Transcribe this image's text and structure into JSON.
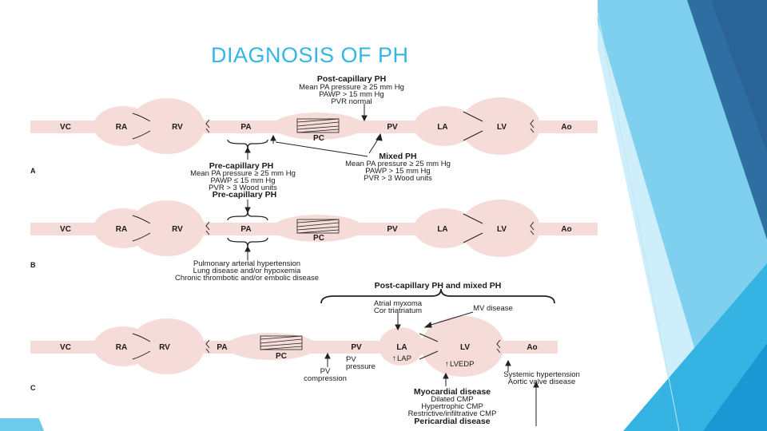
{
  "slide": {
    "title": "DIAGNOSIS OF PH"
  },
  "colors": {
    "accent": "#33b6e6",
    "vessel": "#f5dcd8",
    "stroke": "#222222"
  },
  "panel_a": {
    "letter": "A",
    "chambers": [
      "VC",
      "RA",
      "RV",
      "PA",
      "PC",
      "PV",
      "LA",
      "LV",
      "Ao"
    ],
    "post_capillary": {
      "title": "Post-capillary PH",
      "lines": [
        "Mean PA pressure ≥ 25 mm Hg",
        "PAWP > 15 mm Hg",
        "PVR normal"
      ]
    },
    "pre_capillary": {
      "title": "Pre-capillary PH",
      "lines": [
        "Mean PA pressure ≥ 25 mm Hg",
        "PAWP ≤ 15 mm Hg",
        "PVR > 3 Wood units"
      ]
    },
    "mixed": {
      "title": "Mixed PH",
      "lines": [
        "Mean PA pressure ≥ 25 mm Hg",
        "PAWP > 15 mm Hg",
        "PVR > 3 Wood units"
      ]
    }
  },
  "panel_b": {
    "letter": "B",
    "chambers": [
      "VC",
      "RA",
      "RV",
      "PA",
      "PC",
      "PV",
      "LA",
      "LV",
      "Ao"
    ],
    "pre_capillary_title": "Pre-capillary PH",
    "causes": [
      "Pulmonary arterial hypertension",
      "Lung disease and/or hypoxemia",
      "Chronic thrombotic and/or embolic disease"
    ]
  },
  "panel_c": {
    "letter": "C",
    "chambers": [
      "VC",
      "RA",
      "RV",
      "PA",
      "PC",
      "PV",
      "LA",
      "LV",
      "Ao"
    ],
    "header": "Post-capillary PH and mixed PH",
    "atrial": [
      "Atrial myxoma",
      "Cor triatriatum"
    ],
    "mv": "MV disease",
    "pv_pressure": [
      "PV",
      "pressure"
    ],
    "pv_compression": [
      "PV",
      "compression"
    ],
    "lap": "LAP",
    "lvedp": "LVEDP",
    "systemic": [
      "Systemic hypertension",
      "Aortic valve disease"
    ],
    "myocardial_title": "Myocardial disease",
    "myocardial_items": [
      "Dilated CMP",
      "Hypertrophic CMP",
      "Restrictive/infiltrative CMP"
    ],
    "pericardial": "Pericardial disease"
  }
}
